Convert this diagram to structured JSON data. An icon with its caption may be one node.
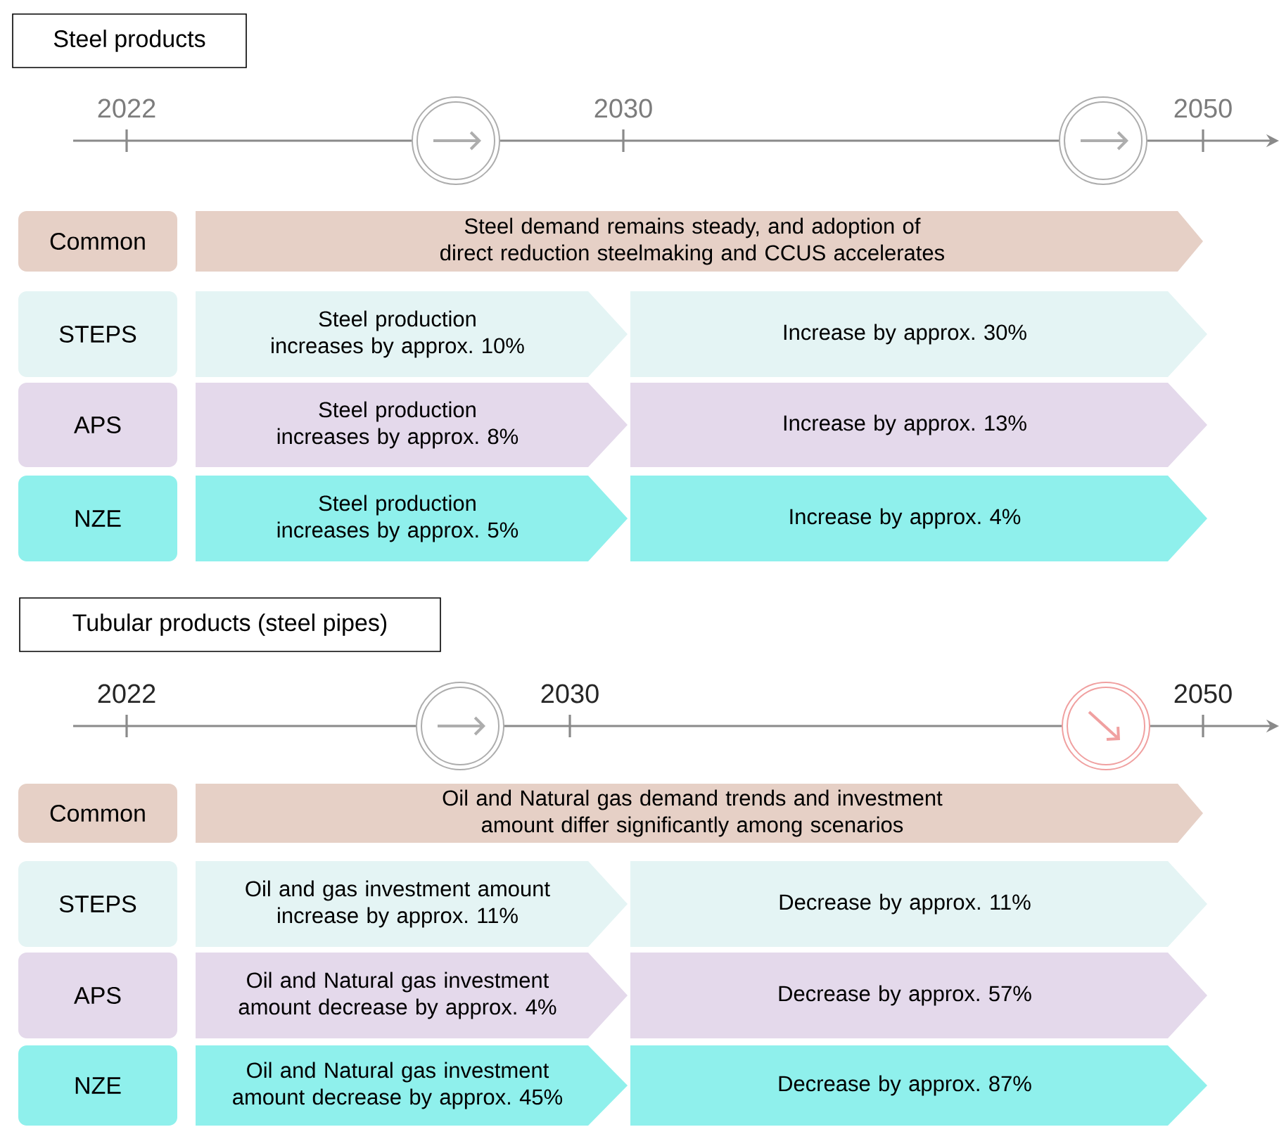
{
  "diagram": {
    "nodes": [
      {
        "text": [
          "Steel products"
        ]
      },
      {
        "text": [
          "Common"
        ]
      },
      {
        "text": [
          "Steel demand remains steady, and adoption of direct reduction steelmaking and CCUS accelerates"
        ]
      },
      {
        "text": [
          "STEPS"
        ]
      },
      {
        "text": [
          "Steel production increases by approx. 10%"
        ]
      },
      {
        "text": [
          "Increase by approx. 30%"
        ]
      },
      {
        "text": [
          "APS"
        ]
      },
      {
        "text": [
          "Steel production increases by approx. 8%"
        ]
      },
      {
        "text": [
          "Increase by approx. 13%"
        ]
      },
      {
        "text": [
          "NZE"
        ]
      },
      {
        "text": [
          "Steel production increases by approx. 5%"
        ]
      },
      {
        "text": [
          "Increase by approx. 4%"
        ]
      },
      {
        "text": [
          "Tubular products (steel pipes)"
        ]
      },
      {
        "text": [
          "Common"
        ]
      },
      {
        "text": [
          "Oil and Natural gas demand trends and investment amount differ significantly among scenarios"
        ]
      },
      {
        "text": [
          "STEPS"
        ]
      },
      {
        "text": [
          "Oil and gas investment amount increase by approx. 11%"
        ]
      },
      {
        "text": [
          "Decrease by approx. 11%"
        ]
      },
      {
        "text": [
          "APS"
        ]
      },
      {
        "text": [
          "Oil and Natural gas investment amount decrease by approx. 4%"
        ]
      },
      {
        "text": [
          "Decrease by approx. 57%"
        ]
      },
      {
        "text": [
          "NZE"
        ]
      },
      {
        "text": [
          "Oil and Natural gas investment amount decrease by approx. 45%"
        ]
      },
      {
        "text": [
          "Decrease by approx. 87%"
        ]
      }
    ],
    "labels": [
      "2022",
      "2030",
      "2050",
      "2022",
      "2030",
      "2050"
    ]
  }
}
